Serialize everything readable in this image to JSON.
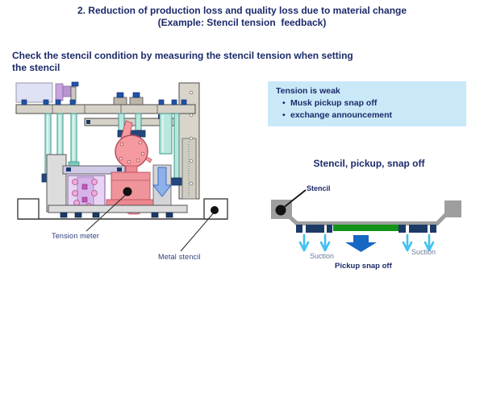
{
  "slide": {
    "title_line1": "2. Reduction of production loss and quality loss due to material change",
    "title_line2": "(Example: Stencil tension  feedback)",
    "subtitle": "Check the stencil condition by measuring the stencil tension when setting\nthe stencil"
  },
  "info_box": {
    "title": "Tension is weak",
    "bullet_char": "•",
    "bullets": [
      "Musk pickup snap off",
      "exchange announcement"
    ],
    "bg_color": "#c9e9f8"
  },
  "machine": {
    "labels": {
      "tension_meter": "Tension meter",
      "metal_stencil": "Metal stencil"
    }
  },
  "snap_diagram": {
    "heading": "Stencil, pickup, snap off",
    "labels": {
      "stencil": "Stencil",
      "suction_left": "Suction",
      "suction_right": "Suction",
      "pickup": "Pickup snap off"
    },
    "colors": {
      "frame_gray": "#9e9e9e",
      "suction_block_navy": "#1c3a66",
      "green_strip": "#119419",
      "pickup_arrow_blue": "#1668c4",
      "suction_arrow_blue": "#3fc1f0",
      "text_navy": "#1c2a6a"
    }
  }
}
